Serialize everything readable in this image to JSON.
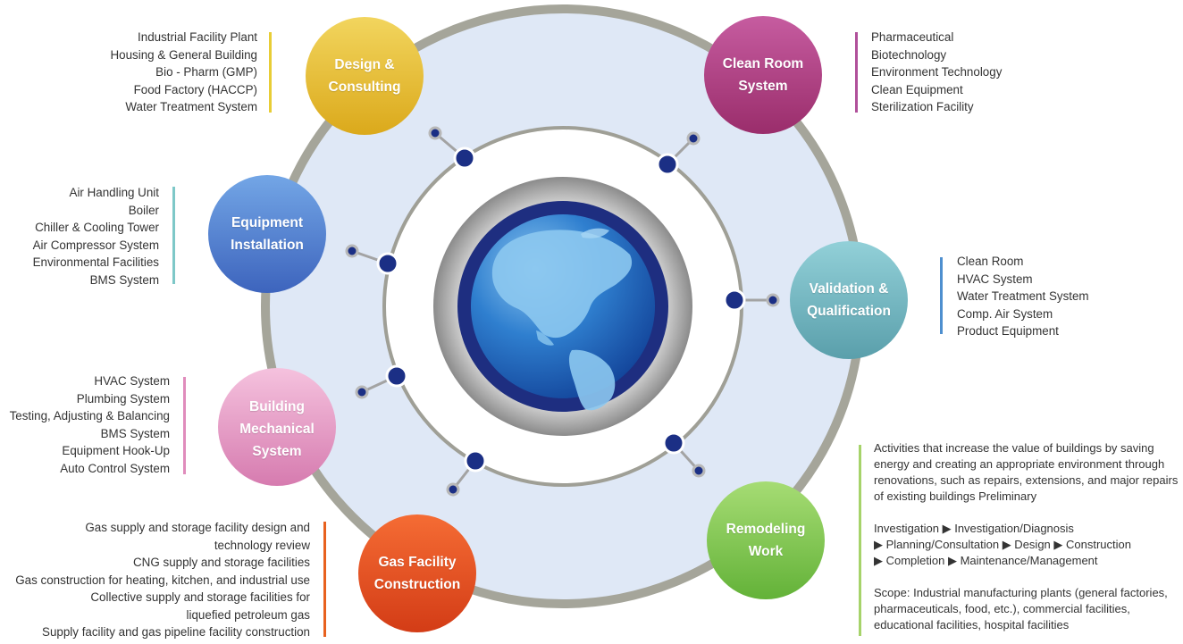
{
  "colors": {
    "outer_ring": "#a5a59a",
    "outer_fill": "#dfe8f6",
    "inner_ring": "#9f9f96",
    "inner_fill": "#ffffff",
    "globe_ring_gray": "#8f8f8f",
    "globe_ring_navy": "#1e2e80",
    "ocean": "#2f74c0",
    "land": "#7fbde8",
    "connector_dot": "#1b2f85"
  },
  "nodes": {
    "design": {
      "label": "Design &\nConsulting",
      "color_top": "#f0d15a",
      "color_bottom": "#dcac1c",
      "accent": "#e8cd36"
    },
    "cleanroom": {
      "label": "Clean Room\nSystem",
      "color_top": "#c04f96",
      "color_bottom": "#9c2f6e",
      "accent": "#b0509a"
    },
    "equipment": {
      "label": "Equipment\nInstallation",
      "color_top": "#6b9be0",
      "color_bottom": "#3f69c2",
      "accent": "#7ec8c8"
    },
    "validation": {
      "label": "Validation &\nQualification",
      "color_top": "#8ccbd3",
      "color_bottom": "#5aa3b0",
      "accent": "#4e8fcf"
    },
    "building": {
      "label": "Building\nMechanical\nSystem",
      "color_top": "#f2b6d6",
      "color_bottom": "#d87fb2",
      "accent": "#e08cbc"
    },
    "remodeling": {
      "label": "Remodeling\nWork",
      "color_top": "#9ed86a",
      "color_bottom": "#67b53c",
      "accent": "#a6d36a"
    },
    "gas": {
      "label": "Gas Facility\nConstruction",
      "color_top": "#f3622c",
      "color_bottom": "#d6401a",
      "accent": "#e8611f"
    }
  },
  "lists": {
    "design": [
      "Industrial Facility Plant",
      "Housing & General Building",
      "Bio - Pharm (GMP)",
      "Food Factory (HACCP)",
      "Water Treatment System"
    ],
    "cleanroom": [
      "Pharmaceutical",
      "Biotechnology",
      "Environment Technology",
      "Clean Equipment",
      "Sterilization Facility"
    ],
    "equipment": [
      "Air Handling Unit",
      "Boiler",
      "Chiller & Cooling Tower",
      "Air Compressor System",
      "Environmental Facilities",
      "BMS System"
    ],
    "validation": [
      "Clean Room",
      "HVAC System",
      "Water Treatment System",
      "Comp. Air System",
      "Product Equipment"
    ],
    "building": [
      "HVAC System",
      "Plumbing System",
      "Testing, Adjusting & Balancing",
      "BMS System",
      "Equipment Hook-Up",
      "Auto Control System"
    ],
    "gas": [
      "Gas supply and storage facility design and",
      "technology review",
      "CNG supply and storage facilities",
      "Gas construction for heating, kitchen, and industrial use",
      "Collective supply and storage facilities for",
      "liquefied petroleum gas",
      "Supply facility and gas pipeline facility construction"
    ]
  },
  "remodeling_desc": {
    "intro": [
      "Activities that increase the value of buildings by saving",
      "energy and creating an appropriate environment through",
      "renovations, such as repairs, extensions, and major repairs",
      "of existing buildings Preliminary"
    ],
    "process": [
      "Investigation ▶ Investigation/Diagnosis",
      "▶ Planning/Consultation ▶ Design ▶ Construction",
      "▶ Completion ▶ Maintenance/Management"
    ],
    "scope": [
      "Scope: Industrial manufacturing plants (general factories,",
      "pharmaceuticals, food, etc.), commercial facilities,",
      "educational facilities, hospital facilities"
    ]
  }
}
